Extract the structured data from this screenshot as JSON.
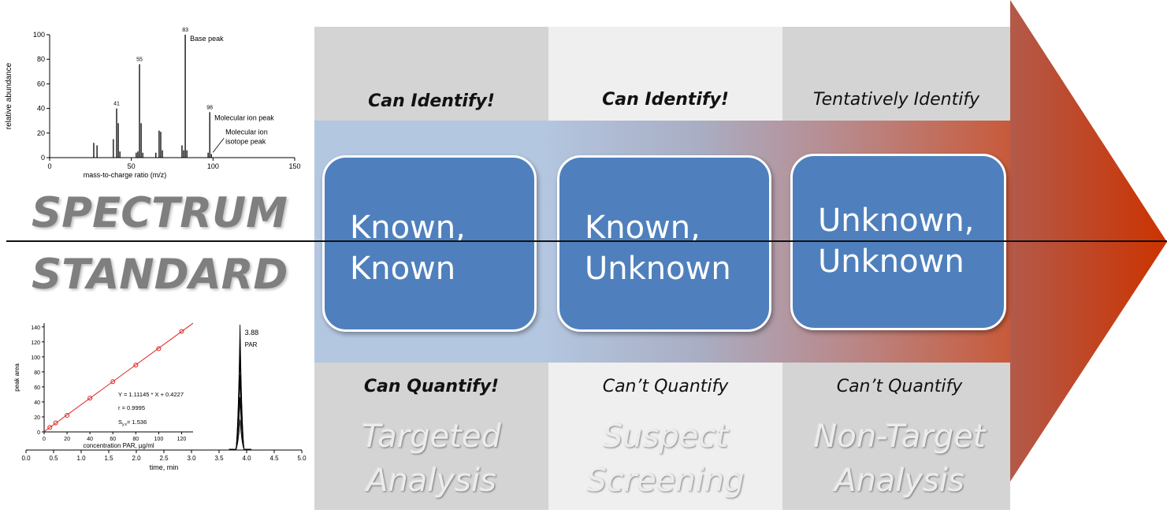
{
  "columns": [
    {
      "identify": "Can Identify!",
      "box": "Known,\nKnown",
      "quantify": "Can Quantify!",
      "analysis": "Targeted\nAnalysis"
    },
    {
      "identify": "Can Identify!",
      "box": "Known,\nUnknown",
      "quantify": "Can’t Quantify",
      "analysis": "Suspect\nScreening"
    },
    {
      "identify": "Tentatively Identify",
      "box": "Unknown,\nUnknown",
      "quantify": "Can’t Quantify",
      "analysis": "Non-Target\nAnalysis"
    }
  ],
  "side_labels": {
    "top": "SPECTRUM",
    "bottom": "STANDARD"
  },
  "colors": {
    "box": "#4f80bd",
    "arrow_start": "#b35a4a",
    "arrow_end": "#cc3300",
    "band_left": "#b4c7e1"
  },
  "mass_spectrum": {
    "ylabel": "relative abundance",
    "xlabel": "mass-to-charge ratio (m/z)",
    "y_ticks": [
      "0",
      "20",
      "40",
      "60",
      "80",
      "100"
    ],
    "x_ticks": [
      "0",
      "50",
      "100",
      "150"
    ],
    "peak_labels": [
      "41",
      "55",
      "83",
      "98"
    ],
    "annotations": [
      "Base peak",
      "Molecular ion peak",
      "Molecular ion",
      "isotope peak"
    ],
    "peaks": [
      [
        27,
        12
      ],
      [
        29,
        10
      ],
      [
        39,
        15
      ],
      [
        41,
        40
      ],
      [
        42,
        28
      ],
      [
        43,
        5
      ],
      [
        53,
        4
      ],
      [
        54,
        5
      ],
      [
        55,
        76
      ],
      [
        56,
        28
      ],
      [
        57,
        4
      ],
      [
        65,
        4
      ],
      [
        67,
        22
      ],
      [
        68,
        21
      ],
      [
        69,
        6
      ],
      [
        81,
        10
      ],
      [
        82,
        6
      ],
      [
        83,
        100
      ],
      [
        84,
        6
      ],
      [
        97,
        4
      ],
      [
        98,
        37
      ],
      [
        99,
        3
      ]
    ]
  },
  "calibration": {
    "ylabel": "peak area",
    "xlabel": "concentration PAR, µg/ml",
    "x2label": "time, min",
    "y_ticks": [
      "0",
      "20",
      "40",
      "60",
      "80",
      "100",
      "120",
      "140"
    ],
    "x_ticks": [
      "0",
      "20",
      "40",
      "60",
      "80",
      "100",
      "120"
    ],
    "time_ticks": [
      "0.0",
      "0.5",
      "1.0",
      "1.5",
      "2.0",
      "2.5",
      "3.0",
      "3.5",
      "4.0",
      "4.5",
      "5.0"
    ],
    "equation": "Y = 1.11145 * X + 0.4227",
    "r": "r = 0.9995",
    "s": "S",
    "s_sub": "y.x",
    "s_val": "= 1.536",
    "peak_time": "3.88",
    "peak_name": "PAR",
    "points": [
      [
        5,
        6
      ],
      [
        10,
        12
      ],
      [
        20,
        22
      ],
      [
        40,
        45
      ],
      [
        60,
        67
      ],
      [
        80,
        89
      ],
      [
        100,
        111
      ],
      [
        120,
        134
      ]
    ]
  }
}
